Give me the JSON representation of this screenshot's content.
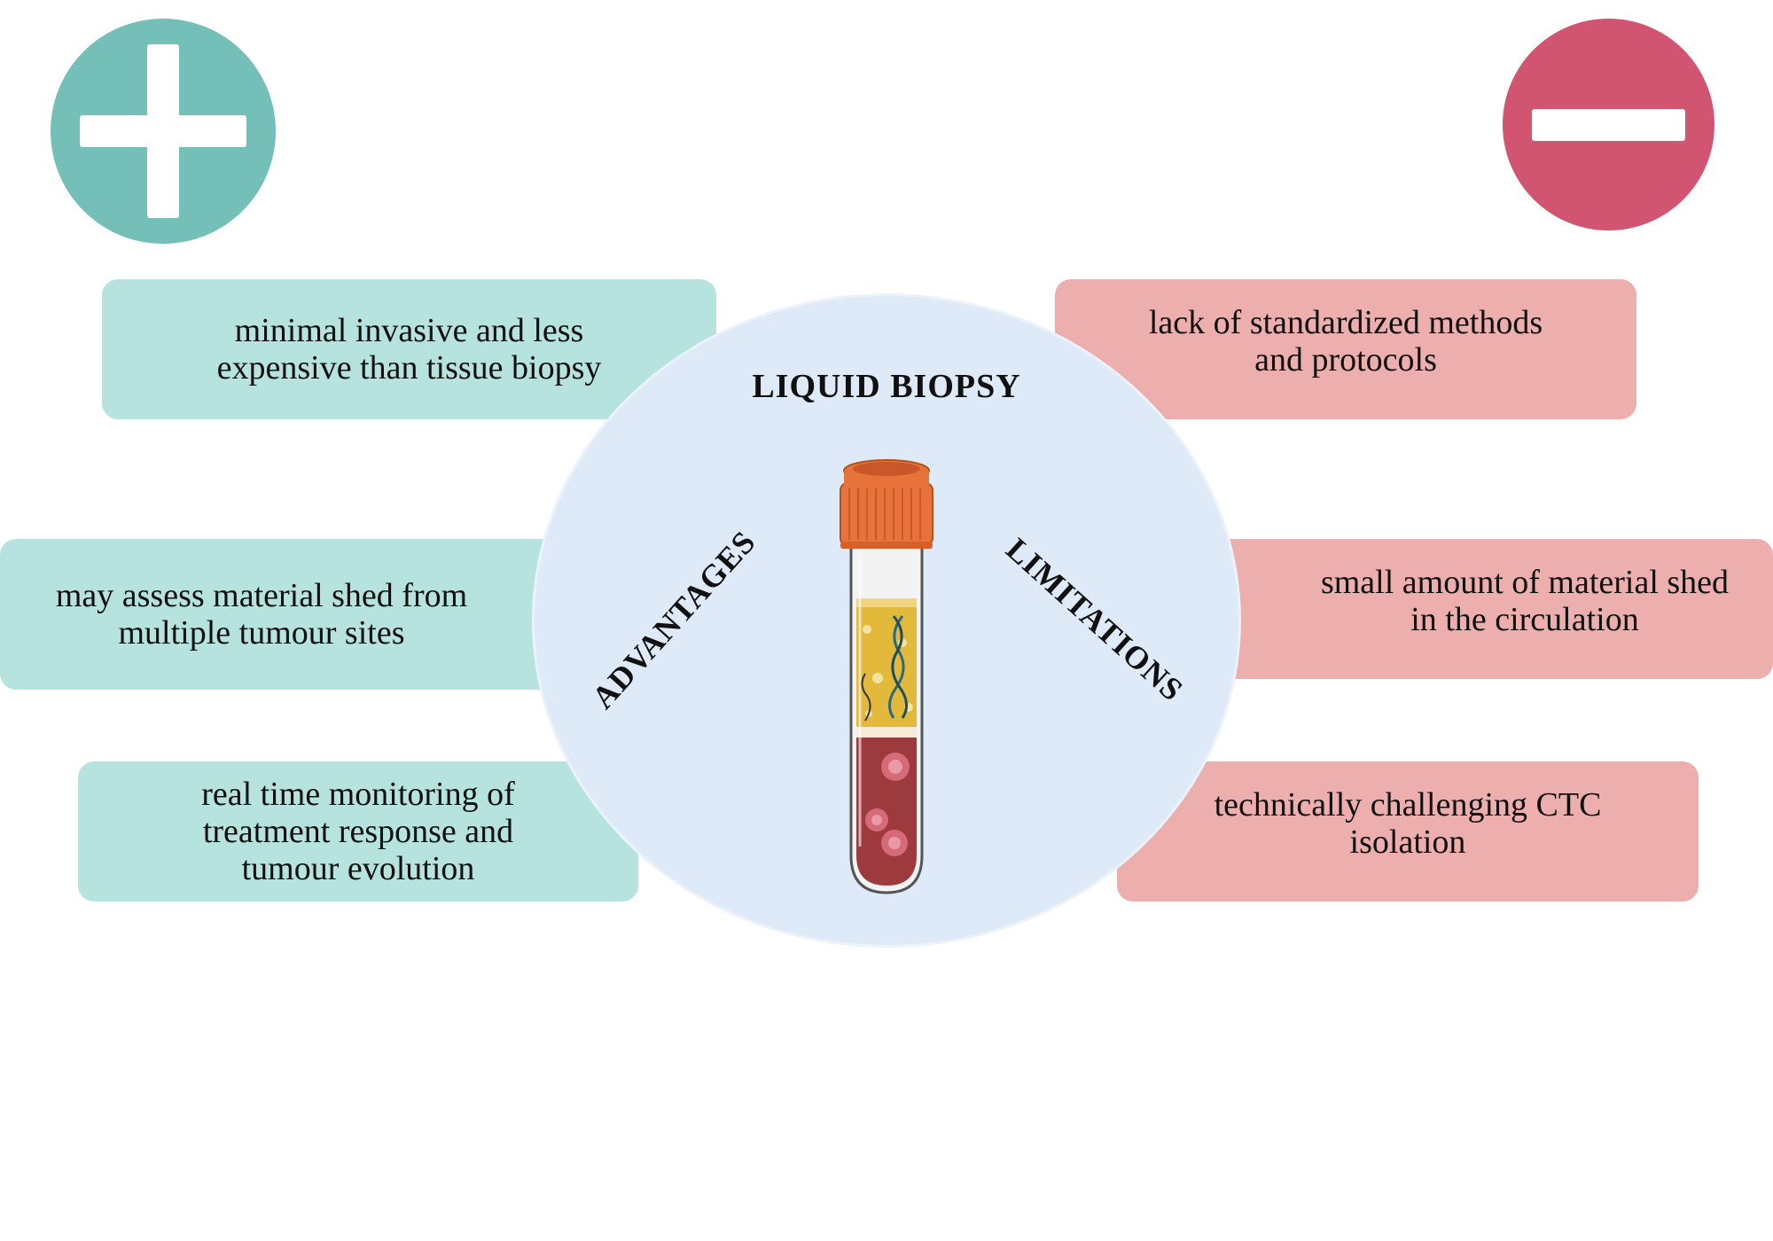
{
  "title": "LIQUID BIOPSY",
  "advantages_label": "ADVANTAGES",
  "limitations_label": "LIMITATIONS",
  "icons": {
    "plus": "plus-icon",
    "minus": "minus-icon",
    "tube": "blood-test-tube-icon"
  },
  "colors": {
    "plus": "#74bfb8",
    "minus": "#d15470",
    "advantage_card": "#b7e3de",
    "limitation_card": "#edaeae",
    "center_circle": "#deeaf7"
  },
  "advantages": [
    "minimal invasive and less\nexpensive than tissue biopsy",
    "may assess material shed from\nmultiple tumour sites",
    "real time monitoring of\ntreatment response and\ntumour evolution"
  ],
  "limitations": [
    "lack of standardized methods\nand protocols",
    "small amount of material shed\nin the circulation",
    "technically challenging CTC\nisolation"
  ]
}
